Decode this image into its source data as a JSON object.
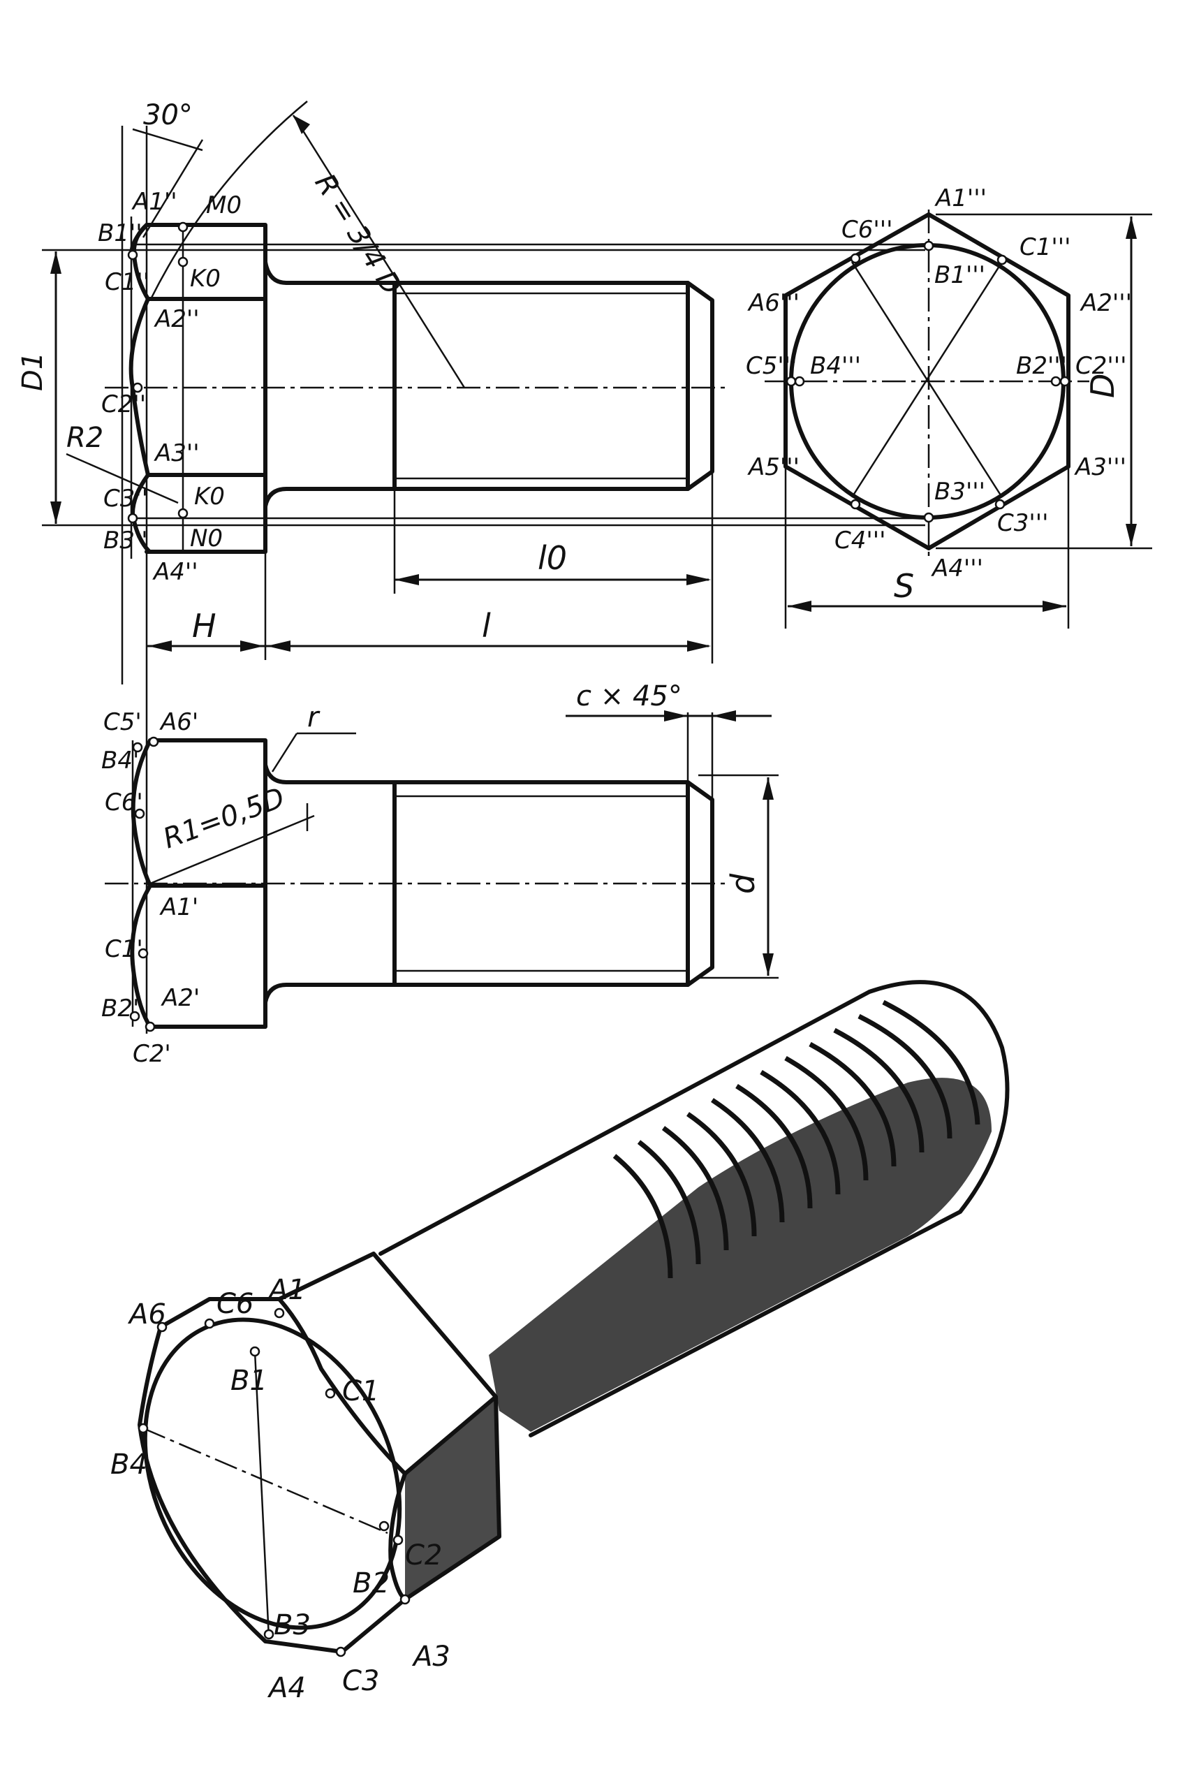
{
  "figure": {
    "angle_label": "30°",
    "radius_label": "R = 3/4 D",
    "r2_label": "R2",
    "r1_label": "R1=0,5D",
    "r_label": "r",
    "chamfer_label": "c × 45°",
    "dim_D1": "D1",
    "dim_D": "D",
    "dim_S": "S",
    "dim_H": "H",
    "dim_l": "l",
    "dim_l0": "l0",
    "dim_d": "d"
  },
  "front_view_points": {
    "B1": "B1''",
    "A1": "A1''",
    "M0": "M0",
    "C1": "C1''",
    "K0_top": "K0",
    "A2": "A2''",
    "C2": "C2''",
    "A3": "A3''",
    "C3": "C3''",
    "K0_bottom": "K0",
    "B3": "B3''",
    "N0": "N0",
    "A4": "A4''"
  },
  "end_view_points": {
    "A1": "A1'''",
    "C6": "C6'''",
    "C1": "C1'''",
    "B1": "B1'''",
    "A6": "A6'''",
    "A2": "A2'''",
    "C5": "C5'''",
    "B4": "B4'''",
    "B2": "B2'''",
    "C2": "C2'''",
    "A5": "A5'''",
    "A3": "A3'''",
    "B3": "B3'''",
    "C4": "C4'''",
    "C3": "C3'''",
    "A4": "A4'''"
  },
  "top_view_points": {
    "C5": "C5'",
    "A6": "A6'",
    "B4": "B4'",
    "C6": "C6'",
    "A1": "A1'",
    "C1": "C1'",
    "B2": "B2'",
    "A2": "A2'",
    "C2": "C2'"
  },
  "iso_points": {
    "A6": "A6",
    "C6": "C6",
    "A1": "A1",
    "B1": "B1",
    "C1": "C1",
    "B4": "B4",
    "C2": "C2",
    "B2": "B2",
    "B3": "B3",
    "A4": "A4",
    "C3": "C3",
    "A3": "A3"
  }
}
